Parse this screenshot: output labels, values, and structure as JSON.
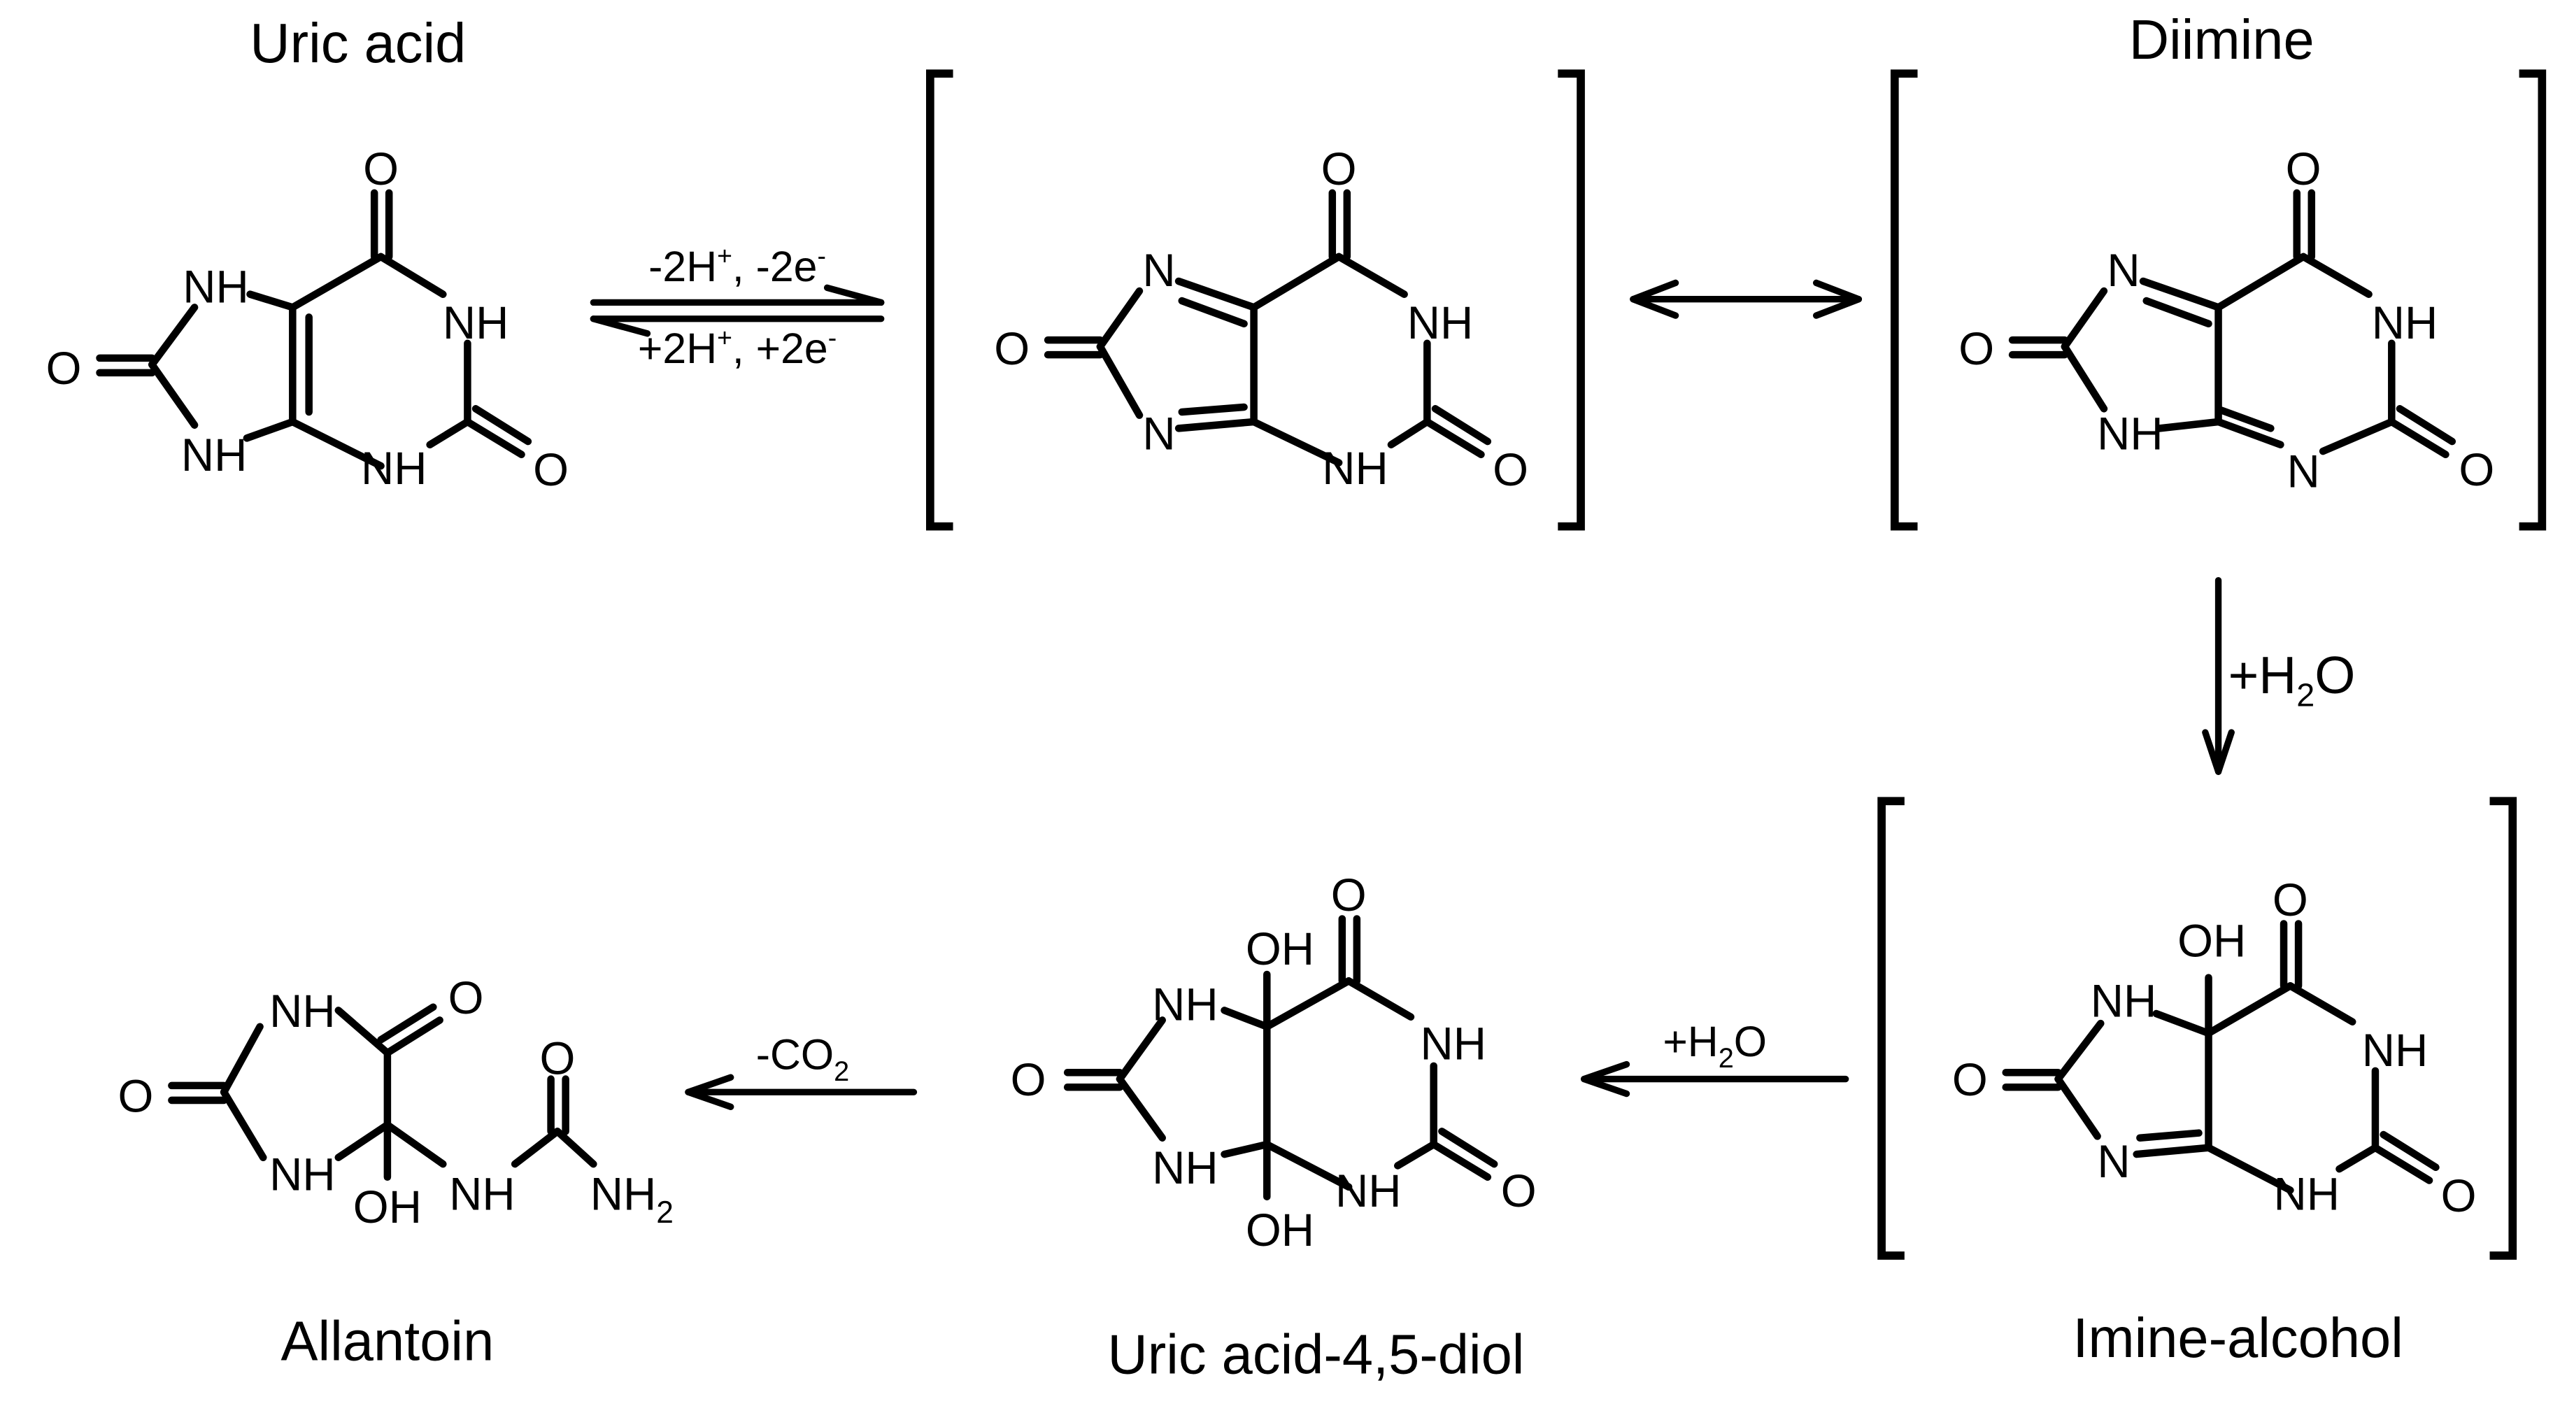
{
  "labels": {
    "uric_acid": "Uric acid",
    "diimine": "Diimine",
    "imine_alcohol": "Imine-alcohol",
    "uric_diol": "Uric acid-4,5-diol",
    "allantoin": "Allantoin"
  },
  "reagents": {
    "forward": {
      "a": "-2H",
      "sup_a": "+",
      "b": ", -2e",
      "sup_b": "-"
    },
    "reverse": {
      "a": "+2H",
      "sup_a": "+",
      "b": ", +2e",
      "sup_b": "-"
    },
    "water_down": {
      "a": "+H",
      "sub": "2",
      "b": "O"
    },
    "water_left": {
      "a": "+H",
      "sub": "2",
      "b": "O"
    },
    "co2": {
      "a": "-CO",
      "sub": "2"
    }
  },
  "atoms": {
    "o": "O",
    "n": "N",
    "nh": "NH",
    "oh": "OH",
    "nh2_main": "NH",
    "nh2_sub": "2"
  }
}
